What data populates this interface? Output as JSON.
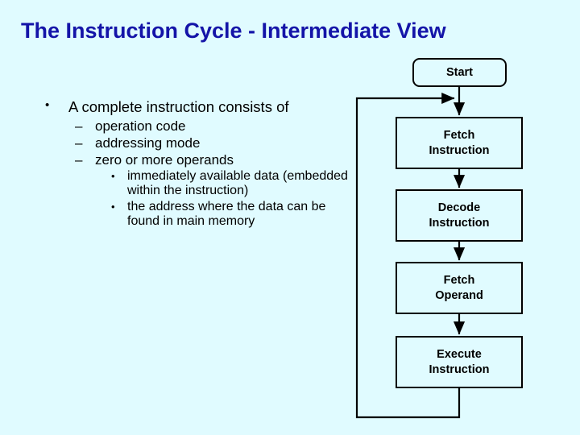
{
  "slide": {
    "title": "The Instruction Cycle - Intermediate View",
    "background_color": "#e0fbff",
    "title_color": "#1414a8",
    "body_text_color": "#000000"
  },
  "body": {
    "bullets": [
      {
        "level": 1,
        "marker": "•",
        "text": "A complete instruction consists of"
      },
      {
        "level": 2,
        "marker": "–",
        "text": "operation code"
      },
      {
        "level": 2,
        "marker": "–",
        "text": "addressing mode"
      },
      {
        "level": 2,
        "marker": "–",
        "text": "zero or more operands"
      },
      {
        "level": 3,
        "marker": "•",
        "text": "immediately available data (embedded within the instruction)"
      },
      {
        "level": 3,
        "marker": "•",
        "text": "the address where the data can be found in main memory"
      }
    ]
  },
  "flowchart": {
    "nodes": [
      {
        "id": "start",
        "label": "Start",
        "shape": "rounded-rectangle"
      },
      {
        "id": "fetch-inst",
        "label": "Fetch\nInstruction",
        "shape": "rectangle"
      },
      {
        "id": "decode",
        "label": "Decode\nInstruction",
        "shape": "rectangle"
      },
      {
        "id": "fetch-op",
        "label": "Fetch\nOperand",
        "shape": "rectangle"
      },
      {
        "id": "execute",
        "label": "Execute\nInstruction",
        "shape": "rectangle"
      }
    ],
    "edges": [
      {
        "from": "start",
        "to": "fetch-inst",
        "arrow": true
      },
      {
        "from": "fetch-inst",
        "to": "decode",
        "arrow": true
      },
      {
        "from": "decode",
        "to": "fetch-op",
        "arrow": true
      },
      {
        "from": "fetch-op",
        "to": "execute",
        "arrow": true
      },
      {
        "from": "execute",
        "to": "fetch-inst",
        "arrow": true,
        "style": "feedback-loop"
      }
    ],
    "line_color": "#000000"
  }
}
